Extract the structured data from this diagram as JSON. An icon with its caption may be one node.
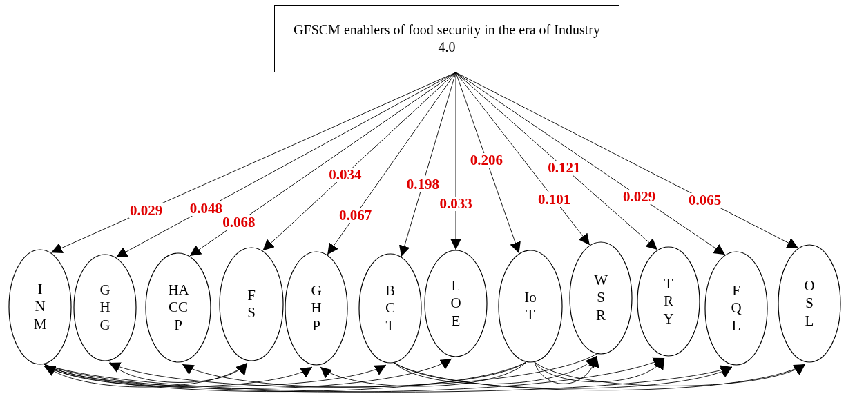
{
  "diagram": {
    "nodes": [
      {
        "text": [
          "GFSCM enablers of food security in the era of Industry 4.0"
        ]
      },
      {
        "text": [
          "I N M"
        ]
      },
      {
        "text": [
          "G H G"
        ]
      },
      {
        "text": [
          "HA CC P"
        ]
      },
      {
        "text": [
          "F S"
        ]
      },
      {
        "text": [
          "G H P"
        ]
      },
      {
        "text": [
          "B C T"
        ]
      },
      {
        "text": [
          "L O E"
        ]
      },
      {
        "text": [
          "Io T"
        ]
      },
      {
        "text": [
          "W S R"
        ]
      },
      {
        "text": [
          "T R Y"
        ]
      },
      {
        "text": [
          "F Q L"
        ]
      },
      {
        "text": [
          "O S L"
        ]
      }
    ],
    "edges": [
      {
        "from": 0,
        "to": 1,
        "arrow": "to",
        "label": "0.029"
      },
      {
        "from": 0,
        "to": 2,
        "arrow": "to",
        "label": "0.048"
      },
      {
        "from": 0,
        "to": 3,
        "arrow": "to",
        "label": "0.068"
      },
      {
        "from": 0,
        "to": 4,
        "arrow": "to",
        "label": "0.034"
      },
      {
        "from": 0,
        "to": 5,
        "arrow": "to",
        "label": "0.067"
      },
      {
        "from": 0,
        "to": 6,
        "arrow": "to",
        "label": "0.198"
      },
      {
        "from": 0,
        "to": 7,
        "arrow": "to",
        "label": "0.033"
      },
      {
        "from": 0,
        "to": 8,
        "arrow": "to",
        "label": "0.206"
      },
      {
        "from": 0,
        "to": 9,
        "arrow": "to",
        "label": "0.101"
      },
      {
        "from": 0,
        "to": 10,
        "arrow": "to",
        "label": "0.121"
      },
      {
        "from": 0,
        "to": 11,
        "arrow": "to",
        "label": "0.029"
      },
      {
        "from": 0,
        "to": 12,
        "arrow": "to",
        "label": "0.065"
      },
      {
        "from": 2,
        "to": 4,
        "arrow": "to"
      },
      {
        "from": 1,
        "to": 5,
        "arrow": "to"
      },
      {
        "from": 1,
        "to": 7,
        "arrow": "to"
      },
      {
        "from": 8,
        "to": 1,
        "arrow": "to"
      },
      {
        "from": 9,
        "to": 2,
        "arrow": "to"
      },
      {
        "from": 8,
        "to": 3,
        "arrow": "to"
      },
      {
        "from": 8,
        "to": 5,
        "arrow": "to"
      },
      {
        "from": 1,
        "to": 4,
        "arrow": "to"
      },
      {
        "from": 1,
        "to": 6,
        "arrow": "to"
      },
      {
        "from": 6,
        "to": 9,
        "arrow": "to"
      },
      {
        "from": 6,
        "to": 11,
        "arrow": "to"
      },
      {
        "from": 8,
        "to": 9,
        "arrow": "to"
      },
      {
        "from": 8,
        "to": 10,
        "arrow": "to"
      },
      {
        "from": 8,
        "to": 12,
        "arrow": "to"
      },
      {
        "from": 1,
        "to": 10,
        "arrow": "to"
      },
      {
        "from": 6,
        "to": 12,
        "arrow": "to"
      },
      {
        "from": 1,
        "to": 11,
        "arrow": "to"
      }
    ]
  }
}
